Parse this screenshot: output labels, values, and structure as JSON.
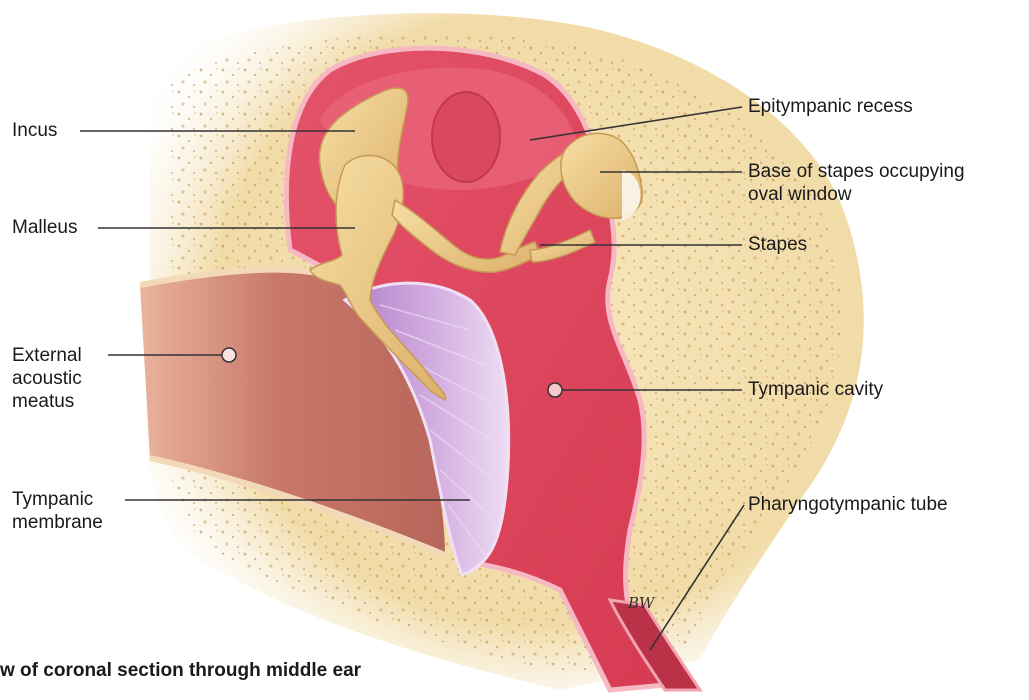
{
  "figure": {
    "caption": "w of coronal section through middle ear",
    "artist_signature": "BW"
  },
  "labels": {
    "incus": "Incus",
    "malleus": "Malleus",
    "external_meatus": [
      "External",
      "acoustic",
      "meatus"
    ],
    "tympanic_membrane": [
      "Tympanic",
      "membrane"
    ],
    "epitympanic_recess": "Epitympanic recess",
    "base_of_stapes": [
      "Base of stapes occupying",
      "oval window"
    ],
    "stapes": "Stapes",
    "tympanic_cavity": "Tympanic cavity",
    "pharyngotympanic_tube": "Pharyngotympanic tube"
  },
  "colors": {
    "bone": "#f3dfae",
    "bone_speckle": "#b98c45",
    "mucosa_dark": "#d93f55",
    "mucosa_light": "#f07586",
    "ossicle": "#efce8a",
    "meatus": "#c6776a",
    "membrane": "#c59ad6",
    "leader_line": "#333333"
  }
}
